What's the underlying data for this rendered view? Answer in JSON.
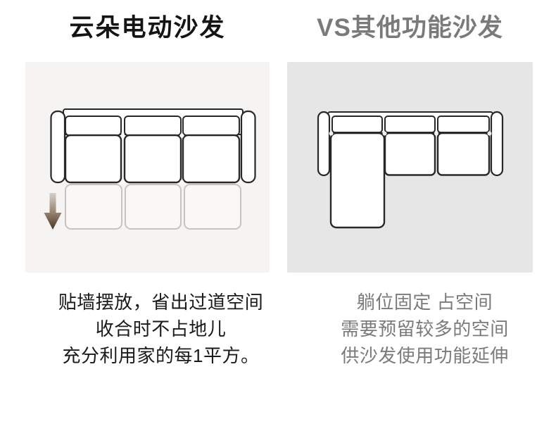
{
  "page": {
    "background": "#ffffff",
    "type": "sofa-comparison-infographic"
  },
  "left": {
    "title": "云朵电动沙发",
    "title_color": "#141414",
    "panel_bg": "#f5f4f3",
    "diagram": {
      "name": "straight-sofa-top-view-with-extendable-seats",
      "outline_color": "#282828",
      "fill_color": "#ffffff",
      "ghost_outline_color": "#c7c3c0",
      "ghost_fill_color": "#f9f8f7",
      "arrow_icon": "down-arrow",
      "arrow_gradient_top": "#d3cfca",
      "arrow_gradient_bottom": "#4d3523"
    },
    "lines": [
      "贴墙摆放，省出过道空间",
      "收合时不占地儿",
      "充分利用家的每1平方。"
    ],
    "text_color": "#1a1a1a"
  },
  "right": {
    "title": "VS其他功能沙发",
    "title_color": "#7a7a7a",
    "panel_bg": "#e7e6e6",
    "diagram": {
      "name": "l-shaped-chaise-sofa-top-view",
      "outline_color": "#282828",
      "fill_color": "#ffffff"
    },
    "lines": [
      "躺位固定 占空间",
      "需要预留较多的空间",
      "供沙发使用功能延伸"
    ],
    "text_color": "#7b7b7b"
  }
}
